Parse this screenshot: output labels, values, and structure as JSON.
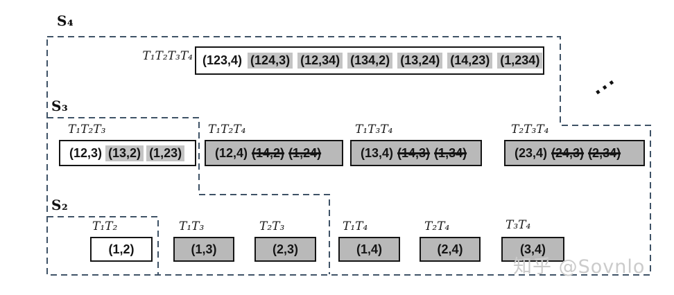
{
  "s4": {
    "label": "S₄",
    "group": {
      "label": "T₁T₂T₃T₄",
      "items": [
        {
          "text": "(123,4)",
          "style": "plain"
        },
        {
          "text": "(124,3)",
          "style": "highlight"
        },
        {
          "text": "(12,34)",
          "style": "highlight"
        },
        {
          "text": "(134,2)",
          "style": "highlight"
        },
        {
          "text": "(13,24)",
          "style": "highlight"
        },
        {
          "text": "(14,23)",
          "style": "highlight"
        },
        {
          "text": "(1,234)",
          "style": "highlight"
        }
      ]
    },
    "ellipsis": "..."
  },
  "s3": {
    "label": "S₃",
    "groups": [
      {
        "label": "T₁T₂T₃",
        "box": "white",
        "items": [
          {
            "text": "(12,3)",
            "style": "plain"
          },
          {
            "text": "(13,2)",
            "style": "highlight"
          },
          {
            "text": "(1,23)",
            "style": "highlight"
          }
        ]
      },
      {
        "label": "T₁T₂T₄",
        "box": "gray",
        "items": [
          {
            "text": "(12,4)",
            "style": "plain"
          },
          {
            "text": "(14,2)",
            "style": "strikethrough"
          },
          {
            "text": "(1,24)",
            "style": "strikethrough"
          }
        ]
      },
      {
        "label": "T₁T₃T₄",
        "box": "gray",
        "items": [
          {
            "text": "(13,4)",
            "style": "plain"
          },
          {
            "text": "(14,3)",
            "style": "strikethrough"
          },
          {
            "text": "(1,34)",
            "style": "strikethrough"
          }
        ]
      },
      {
        "label": "T₂T₃T₄",
        "box": "gray",
        "items": [
          {
            "text": "(23,4)",
            "style": "plain"
          },
          {
            "text": "(24,3)",
            "style": "strikethrough"
          },
          {
            "text": "(2,34)",
            "style": "strikethrough"
          }
        ]
      }
    ]
  },
  "s2": {
    "label": "S₂",
    "groups": [
      {
        "label": "T₁T₂",
        "box": "white",
        "item": "(1,2)"
      },
      {
        "label": "T₁T₃",
        "box": "gray",
        "item": "(1,3)"
      },
      {
        "label": "T₂T₃",
        "box": "gray",
        "item": "(2,3)"
      },
      {
        "label": "T₁T₄",
        "box": "gray",
        "item": "(1,4)"
      },
      {
        "label": "T₂T₄",
        "box": "gray",
        "item": "(2,4)"
      },
      {
        "label": "T₃T₄",
        "box": "gray",
        "item": "(3,4)"
      }
    ]
  },
  "watermark": "知乎 @Sovnlo",
  "colors": {
    "dashed_border": "#3e5266",
    "gray_fill": "#b9b9b9",
    "highlight_fill": "#c4c4c4",
    "box_border": "#141414"
  }
}
